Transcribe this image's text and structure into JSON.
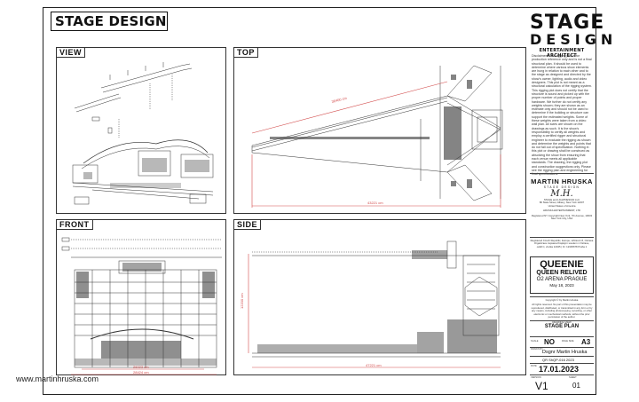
{
  "sheet": {
    "title": "STAGE DESIGN",
    "footer_url": "www.martinhruska.com"
  },
  "panels": {
    "view": "VIEW",
    "top": "TOP",
    "front": "FRONT",
    "side": "SIDE"
  },
  "dimensions": {
    "top_upper": "36400 cm",
    "top_lower": "43221 cm",
    "front_inner": "26023 cm",
    "front_outer": "28424 cm",
    "side_height": "12200 cm",
    "side_length": "47221 cm"
  },
  "brand": {
    "line1": "STAGE",
    "line2": "DESIGN",
    "line3": "ENTERTAINMENT ARCHITECT"
  },
  "disclaimer": "Disclaimers: The rigging plot is for production reference only and is not a final structural plan. It should be used to determine where various show elements are hung in relation to each other and to the stage as designed and directed by the show's owner, lighting, audio and video designers. This plot is not meant as a structural calculation of the rigging system. This rigging plot does not certify that the structure is sound and picked up with the proper number of points and proper hardware. We further do not certify any weights shown; they are shown as an estimate only and should not be used to determine if the building or structure can support the estimated weights. Some of these weights were taken from a video wall plan. All sizes are shown on the drawings as such. It is the show's responsibility to certify all weights and employ a certified rigger and structural engineer to evaluate the rigging as shown and determine the weights and points that do not fall out of specification. Nothing in this plot or drawing shall be construed as absolving the show from ensuring that each venue meets all applicable standards. The drawing, the rigging plot and construction suggestions only. Please see the rigging plan and engineering for final specifications.",
  "designer": {
    "logo": "MARTIN HRUSKA",
    "logo_sub": "STAGE DESIGN",
    "address": "STAGE and LIGHTDESIGN LLC\n80 State Street, Albany, New York 12207\nUnited States of America",
    "company": "HRUSKA ENTERTAINMENT, LTD",
    "company_reg": "Registered NY Copyright New York, 7th Avenue, 10032\nNew York City, USA",
    "reg_note": "Registered Czech Republic, Europe, Hrbitovni 8, Ostrava\nOrganizace zapsana Krajskym soudem v Ostrave,\noddil C, vlozka 12345 | IC: 12345678 Praha 1"
  },
  "show": {
    "title": "QUEENIE",
    "subtitle": "QUEEN RELIVED",
    "venue": "O2 ARENA PRAGUE",
    "date": "May 18, 2023"
  },
  "copyright": {
    "line1": "Copyright © by Martin Hruska",
    "line2": "All rights reserved. No part of this presentation may be reproduced, distributed, or transmitted in any form or by any means, including photocopying, recording, or other electronic or mechanical methods, without the prior permission of the author."
  },
  "drawing": {
    "view_label": "DRAWING VIEW",
    "view_value": "STAGE PLAN",
    "scale_label": "SCALE",
    "scale_value": "NO",
    "page_size_label": "PAGE SIZE",
    "page_size_value": "A3",
    "drawn_label": "DRAWN BY",
    "drawn_value": "Dsgnr Martin Hruska",
    "code_value": "QR ShQP-016 2023",
    "date_label": "DATE",
    "date_value": "17.01.2023",
    "version_label": "VERSION",
    "version_value": "V1",
    "sheet_label": "SHEET",
    "sheet_value": "01"
  }
}
